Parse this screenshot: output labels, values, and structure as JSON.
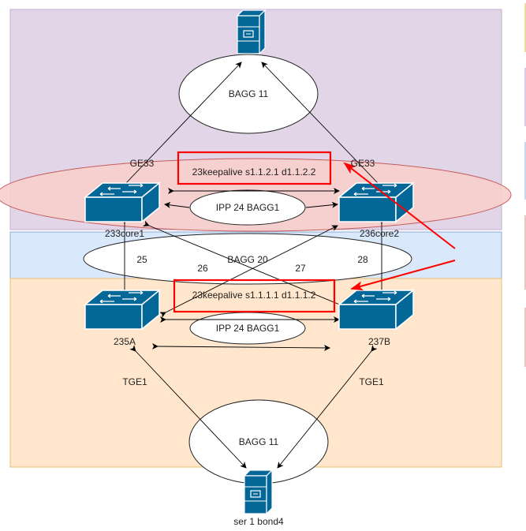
{
  "regions": {
    "top": {
      "fill": "#e1d5e7",
      "stroke": "#9673a6"
    },
    "middle": {
      "fill": "#dae8fc",
      "stroke": "#6c8ebf"
    },
    "bottom": {
      "fill": "#ffe6cc",
      "stroke": "#d6b656"
    }
  },
  "colors": {
    "device": "#036897",
    "highlight": "#ff0000",
    "keepalive_ellipse": "#f8cecc"
  },
  "nodes": {
    "top_server": {
      "label": ""
    },
    "core1": {
      "label": "233core1"
    },
    "core2": {
      "label": "236core2"
    },
    "sw_a": {
      "label": "235A"
    },
    "sw_b": {
      "label": "237B"
    },
    "bottom_server": {
      "label": "ser 1 bond4"
    }
  },
  "groups": {
    "bagg_top": "BAGG 11",
    "ipp_top": "IPP 24 BAGG1",
    "bagg_mid": "BAGG 20",
    "ipp_bottom": "IPP 24 BAGG1",
    "bagg_bottom": "BAGG 11"
  },
  "link_labels": {
    "ge33_left": "GE33",
    "ge33_right": "GE33",
    "l25": "25",
    "l26": "26",
    "l27": "27",
    "l28": "28",
    "tge1_left": "TGE1",
    "tge1_right": "TGE1"
  },
  "keepalive": {
    "top": "23keepalive s1.1.2.1 d1.1.2.2",
    "bottom": "23keepalive s1.1.1.1 d1.1.1.2"
  }
}
